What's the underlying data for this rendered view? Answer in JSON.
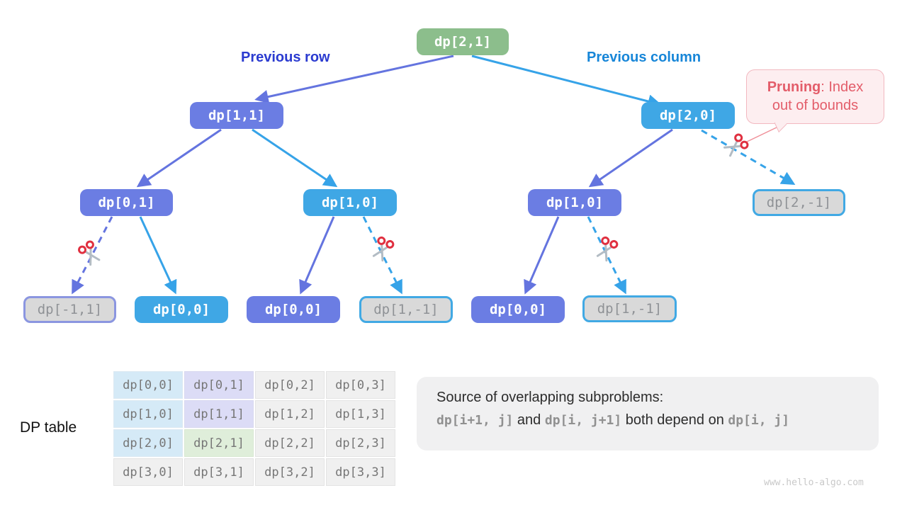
{
  "page": {
    "watermark": "www.hello-algo.com",
    "background": "#ffffff"
  },
  "colors": {
    "node_green": "#8cbe8c",
    "node_purple": "#6b7de3",
    "node_blue": "#3fa7e5",
    "pruned_bg": "#d9d9d9",
    "pruned_text": "#8f9296",
    "pruned_border_purple": "#8b96e0",
    "pruned_border_blue": "#41a9e4",
    "edge_purple": "#6474df",
    "edge_blue": "#36a3e8",
    "previous_row_label": "#2b3bd0",
    "previous_column_label": "#1786d8",
    "callout_bg": "#fdeef0",
    "callout_border": "#f2b8c0",
    "callout_text": "#e35d6a",
    "scissors_red": "#e03040",
    "scissors_gray": "#b3bcc4",
    "table_blue": "#d5eaf7",
    "table_lavender": "#dcdcf6",
    "table_green": "#dfeeda",
    "table_gray": "#f0f0f0"
  },
  "labels": {
    "previous_row": "Previous row",
    "previous_column": "Previous column",
    "dp_table": "DP table"
  },
  "callout": {
    "title": "Pruning",
    "title_rest": ": Index",
    "line2": "out of bounds"
  },
  "tree": {
    "nodes": [
      {
        "label": "dp[2,1]",
        "state": "active",
        "color": "green"
      },
      {
        "label": "dp[1,1]",
        "state": "active",
        "color": "purple"
      },
      {
        "label": "dp[2,0]",
        "state": "active",
        "color": "blue"
      },
      {
        "label": "dp[0,1]",
        "state": "active",
        "color": "purple"
      },
      {
        "label": "dp[1,0]",
        "state": "active",
        "color": "blue"
      },
      {
        "label": "dp[1,0]",
        "state": "active",
        "color": "purple"
      },
      {
        "label": "dp[2,-1]",
        "state": "pruned",
        "color": "blue-border"
      },
      {
        "label": "dp[-1,1]",
        "state": "pruned",
        "color": "purple-border"
      },
      {
        "label": "dp[0,0]",
        "state": "active",
        "color": "blue"
      },
      {
        "label": "dp[0,0]",
        "state": "active",
        "color": "purple"
      },
      {
        "label": "dp[1,-1]",
        "state": "pruned",
        "color": "blue-border"
      },
      {
        "label": "dp[0,0]",
        "state": "active",
        "color": "purple"
      },
      {
        "label": "dp[1,-1]",
        "state": "pruned",
        "color": "blue-border"
      }
    ]
  },
  "table": {
    "rows": [
      [
        "dp[0,0]",
        "dp[0,1]",
        "dp[0,2]",
        "dp[0,3]"
      ],
      [
        "dp[1,0]",
        "dp[1,1]",
        "dp[1,2]",
        "dp[1,3]"
      ],
      [
        "dp[2,0]",
        "dp[2,1]",
        "dp[2,2]",
        "dp[2,3]"
      ],
      [
        "dp[3,0]",
        "dp[3,1]",
        "dp[3,2]",
        "dp[3,3]"
      ]
    ]
  },
  "note": {
    "line1": "Source of overlapping subproblems:",
    "segments": [
      {
        "t": "dp[i+1, j]",
        "mono": true
      },
      {
        "t": "  and ",
        "mono": false
      },
      {
        "t": "dp[i, j+1]",
        "mono": true
      },
      {
        "t": " both depend on ",
        "mono": false
      },
      {
        "t": "dp[i, j]",
        "mono": true
      }
    ]
  }
}
